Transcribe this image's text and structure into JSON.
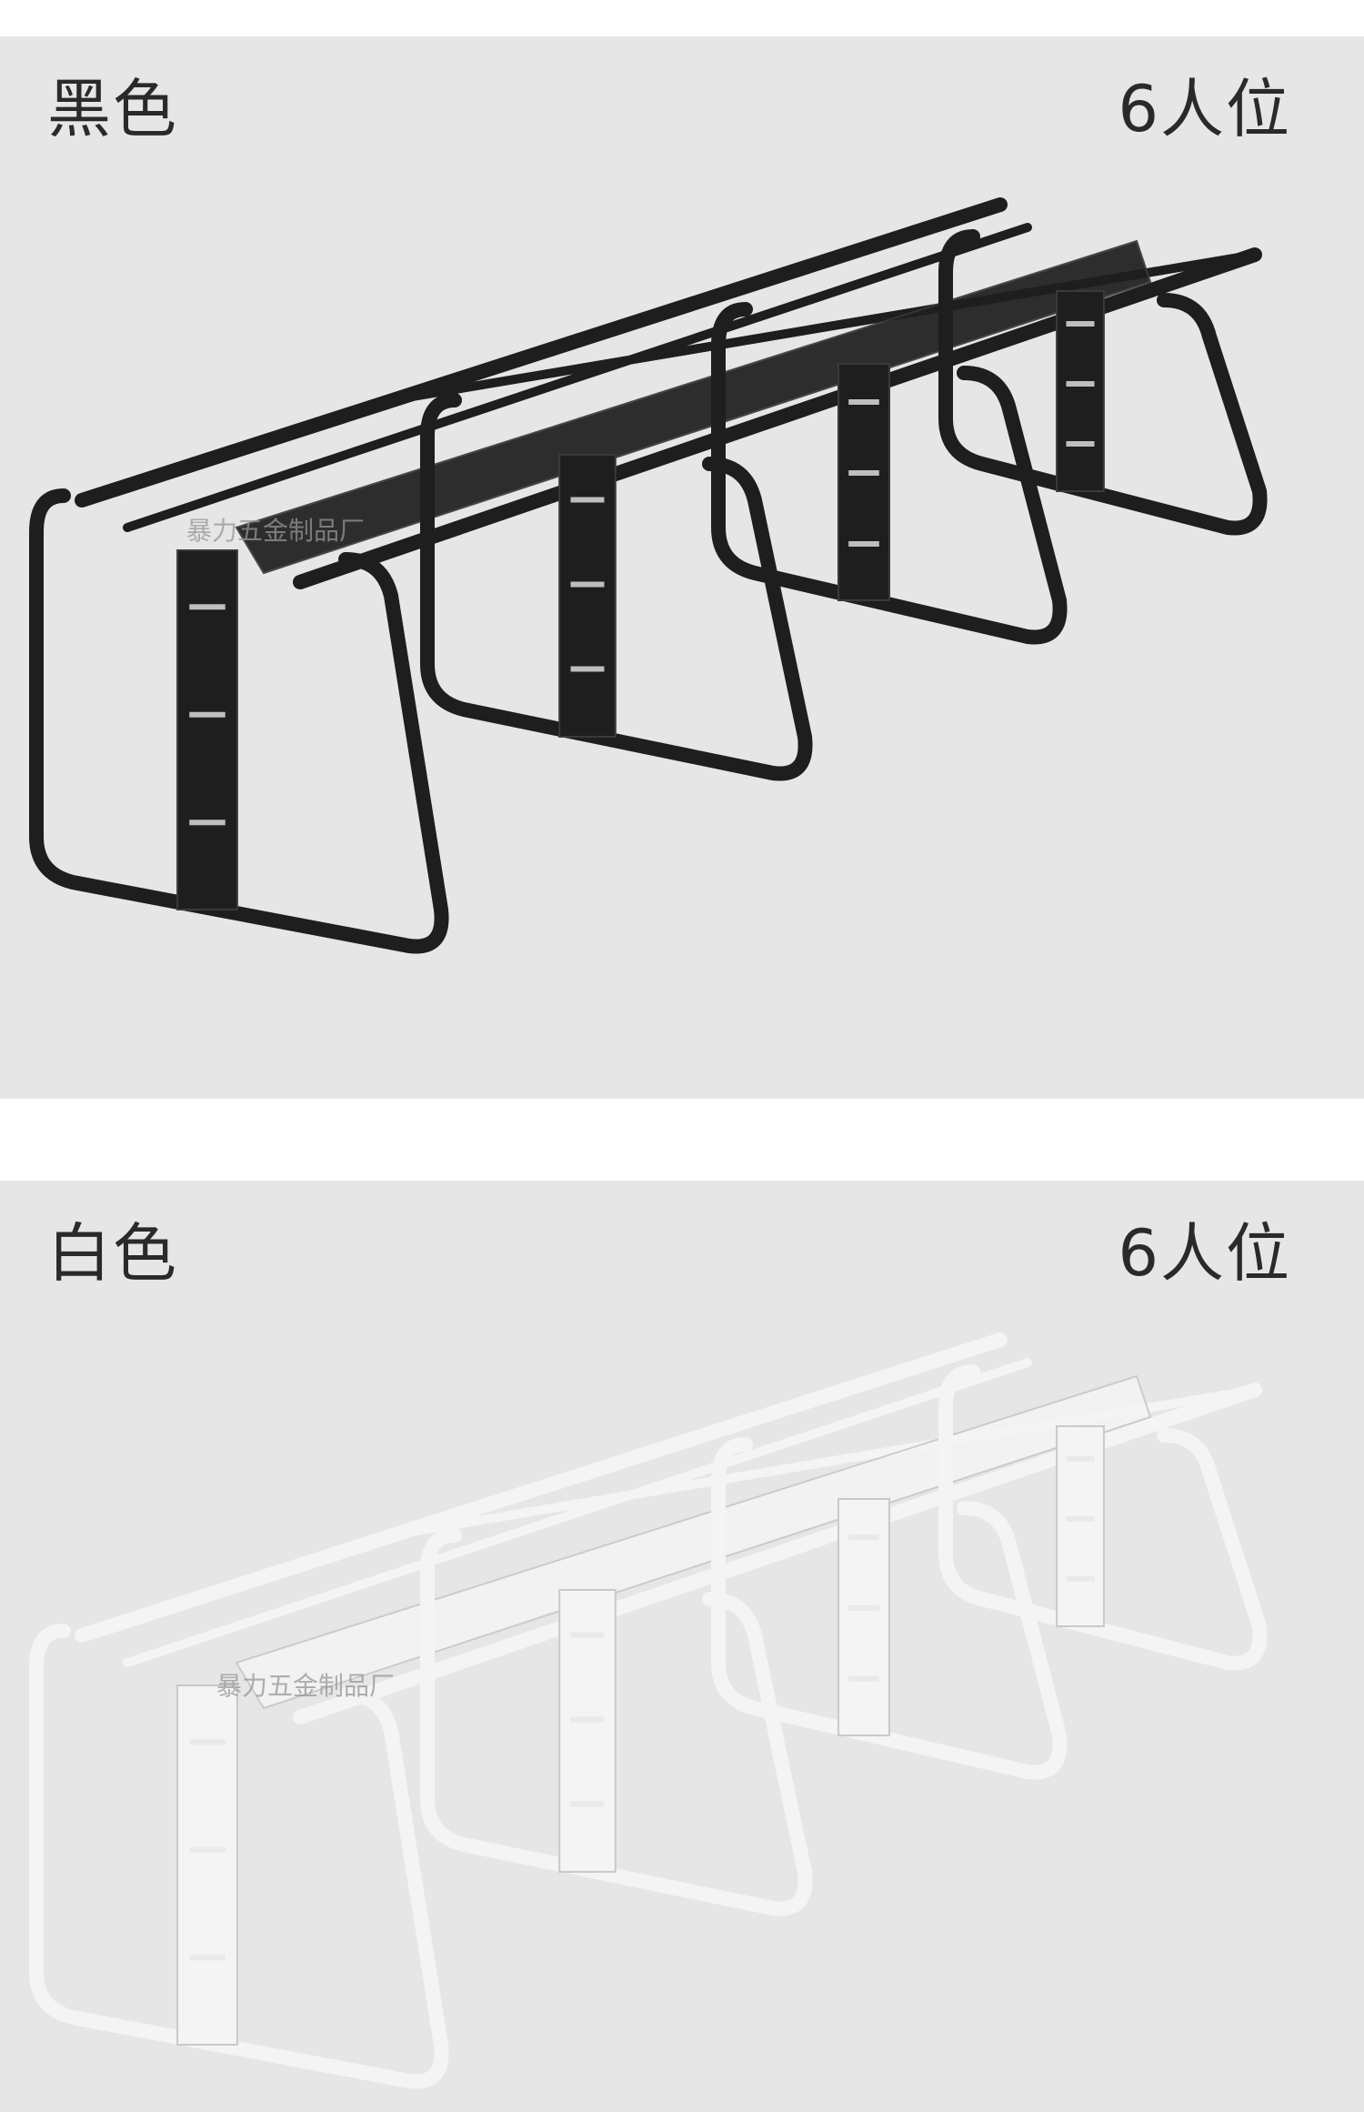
{
  "panels": [
    {
      "color_label": "黑色",
      "seat_label": "6人位",
      "watermark": "暴力五金制品厂",
      "frame_color": "#1e1e1e",
      "frame_edge": "#3a3a3a",
      "icon": "black-desk-frame"
    },
    {
      "color_label": "白色",
      "seat_label": "6人位",
      "watermark": "暴力五金制品厂",
      "frame_color": "#f4f4f4",
      "frame_edge": "#c9c9c9",
      "icon": "white-desk-frame"
    }
  ],
  "colors": {
    "page_background": "#ffffff",
    "panel_background": "#e6e6e6",
    "label_text": "#2a2a2a"
  }
}
